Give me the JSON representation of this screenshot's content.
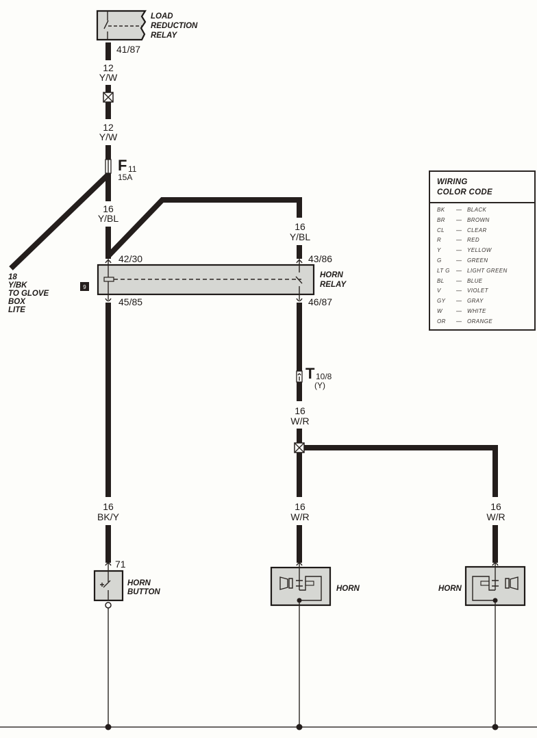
{
  "diagram": {
    "title": "Horn circuit wiring diagram",
    "colors": {
      "wire": "#241e1c",
      "component_fill": "#d6d7d3",
      "background": "#fdfdfa"
    },
    "components": {
      "load_reduction_relay": {
        "label": [
          "LOAD",
          "REDUCTION",
          "RELAY"
        ],
        "terminal": "41/87"
      },
      "fuse": {
        "letter": "F",
        "number": "11",
        "rating": "15A"
      },
      "horn_relay": {
        "label": [
          "HORN",
          "RELAY"
        ],
        "badge": "9",
        "terminals": {
          "left_top": "42/30",
          "left_bottom": "45/85",
          "right_top": "43/86",
          "right_bottom": "46/87"
        }
      },
      "connector_t": {
        "letter": "T",
        "number": "10/8",
        "color": "(Y)"
      },
      "horn_button": {
        "label": [
          "HORN",
          "BUTTON"
        ],
        "terminal": "71"
      },
      "horn_left": {
        "label": "HORN"
      },
      "horn_right": {
        "label": "HORN"
      },
      "glove_box": {
        "label": [
          "18",
          "Y/BK",
          "TO GLOVE",
          "BOX",
          "LITE"
        ]
      }
    },
    "wires": [
      {
        "id": "w1",
        "gauge": "12",
        "color": "Y/W"
      },
      {
        "id": "w2",
        "gauge": "12",
        "color": "Y/W"
      },
      {
        "id": "w3",
        "gauge": "16",
        "color": "Y/BL"
      },
      {
        "id": "w4",
        "gauge": "16",
        "color": "Y/BL"
      },
      {
        "id": "w5",
        "gauge": "16",
        "color": "W/R"
      },
      {
        "id": "w6",
        "gauge": "16",
        "color": "BK/Y"
      },
      {
        "id": "w7",
        "gauge": "16",
        "color": "W/R"
      },
      {
        "id": "w8",
        "gauge": "16",
        "color": "W/R"
      }
    ]
  },
  "legend": {
    "title": [
      "WIRING",
      "COLOR CODE"
    ],
    "rows": [
      {
        "code": "BK",
        "name": "BLACK"
      },
      {
        "code": "BR",
        "name": "BROWN"
      },
      {
        "code": "CL",
        "name": "CLEAR"
      },
      {
        "code": "R",
        "name": "RED"
      },
      {
        "code": "Y",
        "name": "YELLOW"
      },
      {
        "code": "G",
        "name": "GREEN"
      },
      {
        "code": "LT G",
        "name": "LIGHT GREEN"
      },
      {
        "code": "BL",
        "name": "BLUE"
      },
      {
        "code": "V",
        "name": "VIOLET"
      },
      {
        "code": "GY",
        "name": "GRAY"
      },
      {
        "code": "W",
        "name": "WHITE"
      },
      {
        "code": "OR",
        "name": "ORANGE"
      }
    ],
    "dash": "—"
  }
}
